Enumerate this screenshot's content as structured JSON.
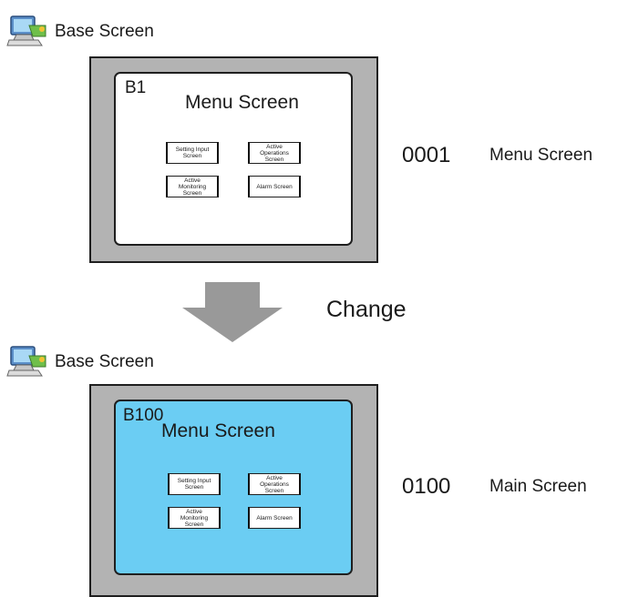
{
  "colors": {
    "frame": "#b3b3b3",
    "menu_panel": "#ffffff",
    "main_panel": "#6bcdf3",
    "arrow": "#999999",
    "outline": "#1f1f1f"
  },
  "icons": [
    "base-screen-icon",
    "down-arrow-icon"
  ],
  "top": {
    "section_label": "Base Screen",
    "screen": {
      "id": "B1",
      "title": "Menu Screen",
      "buttons": [
        "Setting Input Screen",
        "Active Operations Screen",
        "Active Monitoring Screen",
        "Alarm Screen"
      ]
    },
    "code": "0001",
    "code_name": "Menu Screen"
  },
  "change_label": "Change",
  "bottom": {
    "section_label": "Base Screen",
    "screen": {
      "id": "B100",
      "title": "Menu Screen",
      "buttons": [
        "Setting Input Screen",
        "Active Operations Screen",
        "Active Monitoring Screen",
        "Alarm Screen"
      ]
    },
    "code": "0100",
    "code_name": "Main Screen"
  }
}
